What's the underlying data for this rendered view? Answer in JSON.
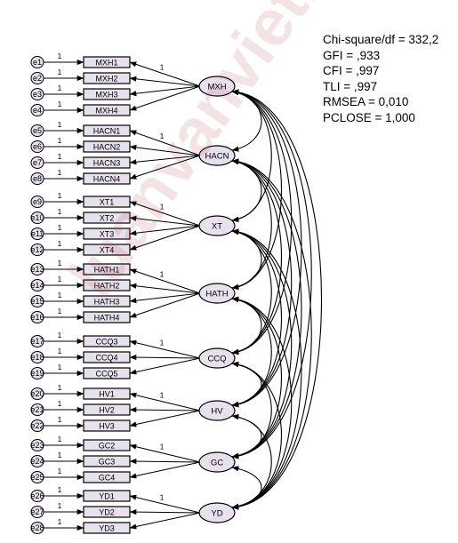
{
  "watermark": "luanvanviet.com.vn",
  "fit_indices": [
    "Chi-square/df = 332,2",
    "GFI = ,933",
    "CFI = ,997",
    "TLI = ,997",
    "RMSEA = 0,010",
    "PCLOSE = 1,000"
  ],
  "path_label": "1",
  "constructs": [
    {
      "name": "MXH",
      "indicators": [
        "MXH1",
        "MXH2",
        "MXH3",
        "MXH4"
      ],
      "errors": [
        "e1",
        "e2",
        "e3",
        "e4"
      ]
    },
    {
      "name": "HACN",
      "indicators": [
        "HACN1",
        "HACN2",
        "HACN3",
        "HACN4"
      ],
      "errors": [
        "e5",
        "e6",
        "e7",
        "e8"
      ]
    },
    {
      "name": "XT",
      "indicators": [
        "XT1",
        "XT2",
        "XT3",
        "XT4"
      ],
      "errors": [
        "e9",
        "e10",
        "e11",
        "e12"
      ]
    },
    {
      "name": "HATH",
      "indicators": [
        "HATH1",
        "HATH2",
        "HATH3",
        "HATH4"
      ],
      "errors": [
        "e13",
        "e14",
        "e15",
        "e16"
      ]
    },
    {
      "name": "CCQ",
      "indicators": [
        "CCQ3",
        "CCQ4",
        "CCQ5"
      ],
      "errors": [
        "e17",
        "e18",
        "e19"
      ]
    },
    {
      "name": "HV",
      "indicators": [
        "HV1",
        "HV2",
        "HV3"
      ],
      "errors": [
        "e20",
        "e21",
        "e22"
      ]
    },
    {
      "name": "GC",
      "indicators": [
        "GC2",
        "GC3",
        "GC4"
      ],
      "errors": [
        "e23",
        "e24",
        "e25"
      ]
    },
    {
      "name": "YD",
      "indicators": [
        "YD1",
        "YD2",
        "YD3"
      ],
      "errors": [
        "e26",
        "e27",
        "e28"
      ]
    }
  ]
}
